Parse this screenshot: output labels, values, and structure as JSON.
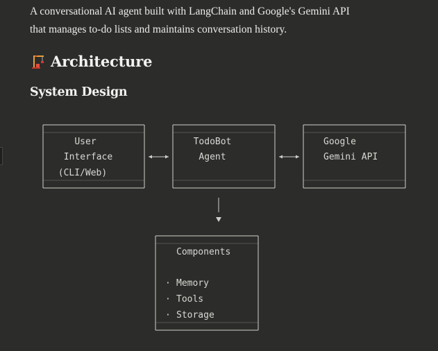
{
  "intro": {
    "line1": "A conversational AI agent built with LangChain and Google's Gemini API",
    "line2": "that manages to-do lists and maintains conversation history."
  },
  "architecture": {
    "icon": "construction-crane-icon",
    "heading": "Architecture"
  },
  "system_design": {
    "heading": "System Design"
  },
  "diagram": {
    "boxes": {
      "user_interface": [
        "User",
        "Interface",
        "(CLI/Web)"
      ],
      "agent": [
        "TodoBot",
        "Agent"
      ],
      "gemini": [
        "Google",
        "Gemini API"
      ],
      "components": {
        "title": "Components",
        "items": [
          "Memory",
          "Tools",
          "Storage"
        ],
        "bullet": "·"
      }
    },
    "arrows": {
      "horizontal": "◄──►",
      "down": "▼"
    }
  }
}
